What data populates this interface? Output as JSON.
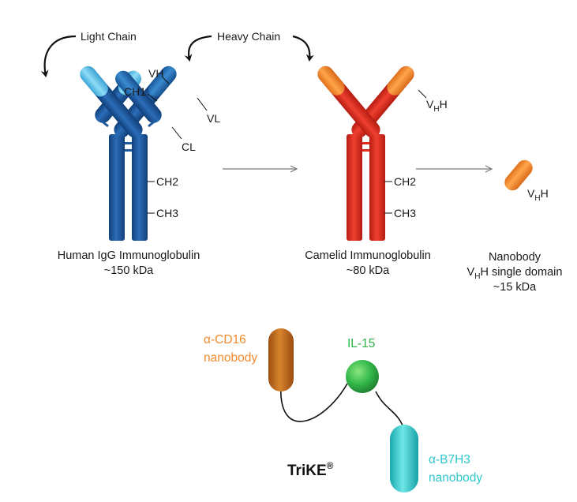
{
  "igg": {
    "light_chain_label": "Light Chain",
    "heavy_chain_label": "Heavy Chain",
    "vh_label": "VH",
    "ch1_label": "CH1",
    "vl_label": "VL",
    "cl_label": "CL",
    "ch2_label": "CH2",
    "ch3_label": "CH3",
    "caption_line1": "Human IgG Immunoglobulin",
    "caption_line2": "~150 kDa"
  },
  "camelid": {
    "heavy_chain_label": "Heavy Chain",
    "vhh_v": "V",
    "vhh_sub": "H",
    "vhh_h": "H",
    "ch2_label": "CH2",
    "ch3_label": "CH3",
    "caption_line1": "Camelid Immunoglobulin",
    "caption_line2": "~80 kDa"
  },
  "nanobody": {
    "vhh_v": "V",
    "vhh_sub": "H",
    "vhh_h": "H",
    "caption_line1": "Nanobody",
    "caption_line2_v": "V",
    "caption_line2_sub": "H",
    "caption_line2_rest": "H single domain",
    "caption_line3": "~15 kDa"
  },
  "trike": {
    "cd16_line1": "α-CD16",
    "cd16_line2": "nanobody",
    "il15_label": "IL-15",
    "b7h3_line1": "α-B7H3",
    "b7h3_line2": "nanobody",
    "name": "TriKE",
    "reg_mark": "®"
  },
  "colors": {
    "igg_blue_dark": "#1d5a9e",
    "igg_blue_light": "#5cc6ec",
    "camelid_red": "#e02a1c",
    "vhh_orange": "#f28a2a",
    "cd16_brown": "#c2681c",
    "il15_green": "#33b84a",
    "b7h3_teal": "#33c9cc"
  }
}
